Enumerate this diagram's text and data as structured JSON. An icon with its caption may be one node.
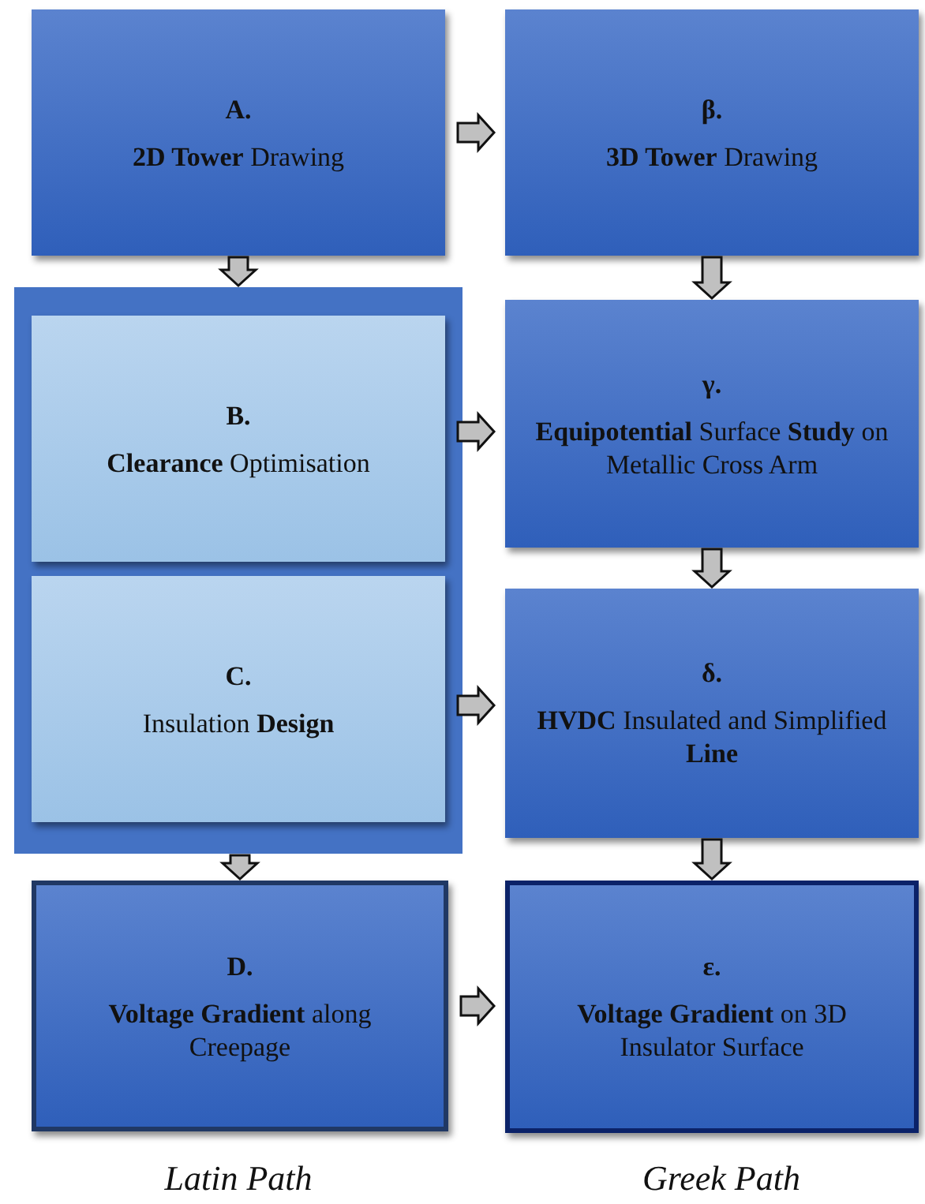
{
  "diagram": {
    "nodes": [
      {
        "text": [
          "A.",
          "**2D Tower** Drawing"
        ]
      },
      {
        "text": [
          "β.",
          "**3D Tower** Drawing"
        ]
      },
      {
        "text": [],
        "shape": "box"
      },
      {
        "text": [
          "B.",
          "**Clearance** Optimisation"
        ],
        "in": 2
      },
      {
        "text": [
          "γ.",
          "**Equipotential** Surface **Study** on Metallic Cross Arm"
        ]
      },
      {
        "text": [
          "C.",
          "Insulation **Design**"
        ],
        "in": 2
      },
      {
        "text": [
          "δ.",
          "**HVDC** Insulated and Simplified **Line**"
        ]
      },
      {
        "text": [
          "D.",
          "**Voltage Gradient** along Creepage"
        ]
      },
      {
        "text": [
          "ε.",
          "**Voltage Gradient** on 3D Insulator Surface"
        ]
      }
    ],
    "edges": [
      {
        "from": 0,
        "to": 1,
        "arrow": "to"
      },
      {
        "from": 0,
        "to": 2,
        "arrow": "to"
      },
      {
        "from": 1,
        "to": 4,
        "arrow": "to"
      },
      {
        "from": 3,
        "to": 4,
        "arrow": "to"
      },
      {
        "from": 4,
        "to": 6,
        "arrow": "to"
      },
      {
        "from": 5,
        "to": 6,
        "arrow": "to"
      },
      {
        "from": 2,
        "to": 7,
        "arrow": "to"
      },
      {
        "from": 6,
        "to": 8,
        "arrow": "to"
      },
      {
        "from": 7,
        "to": 8,
        "arrow": "to"
      }
    ],
    "labels": [
      "Latin Path",
      "Greek Path"
    ]
  }
}
